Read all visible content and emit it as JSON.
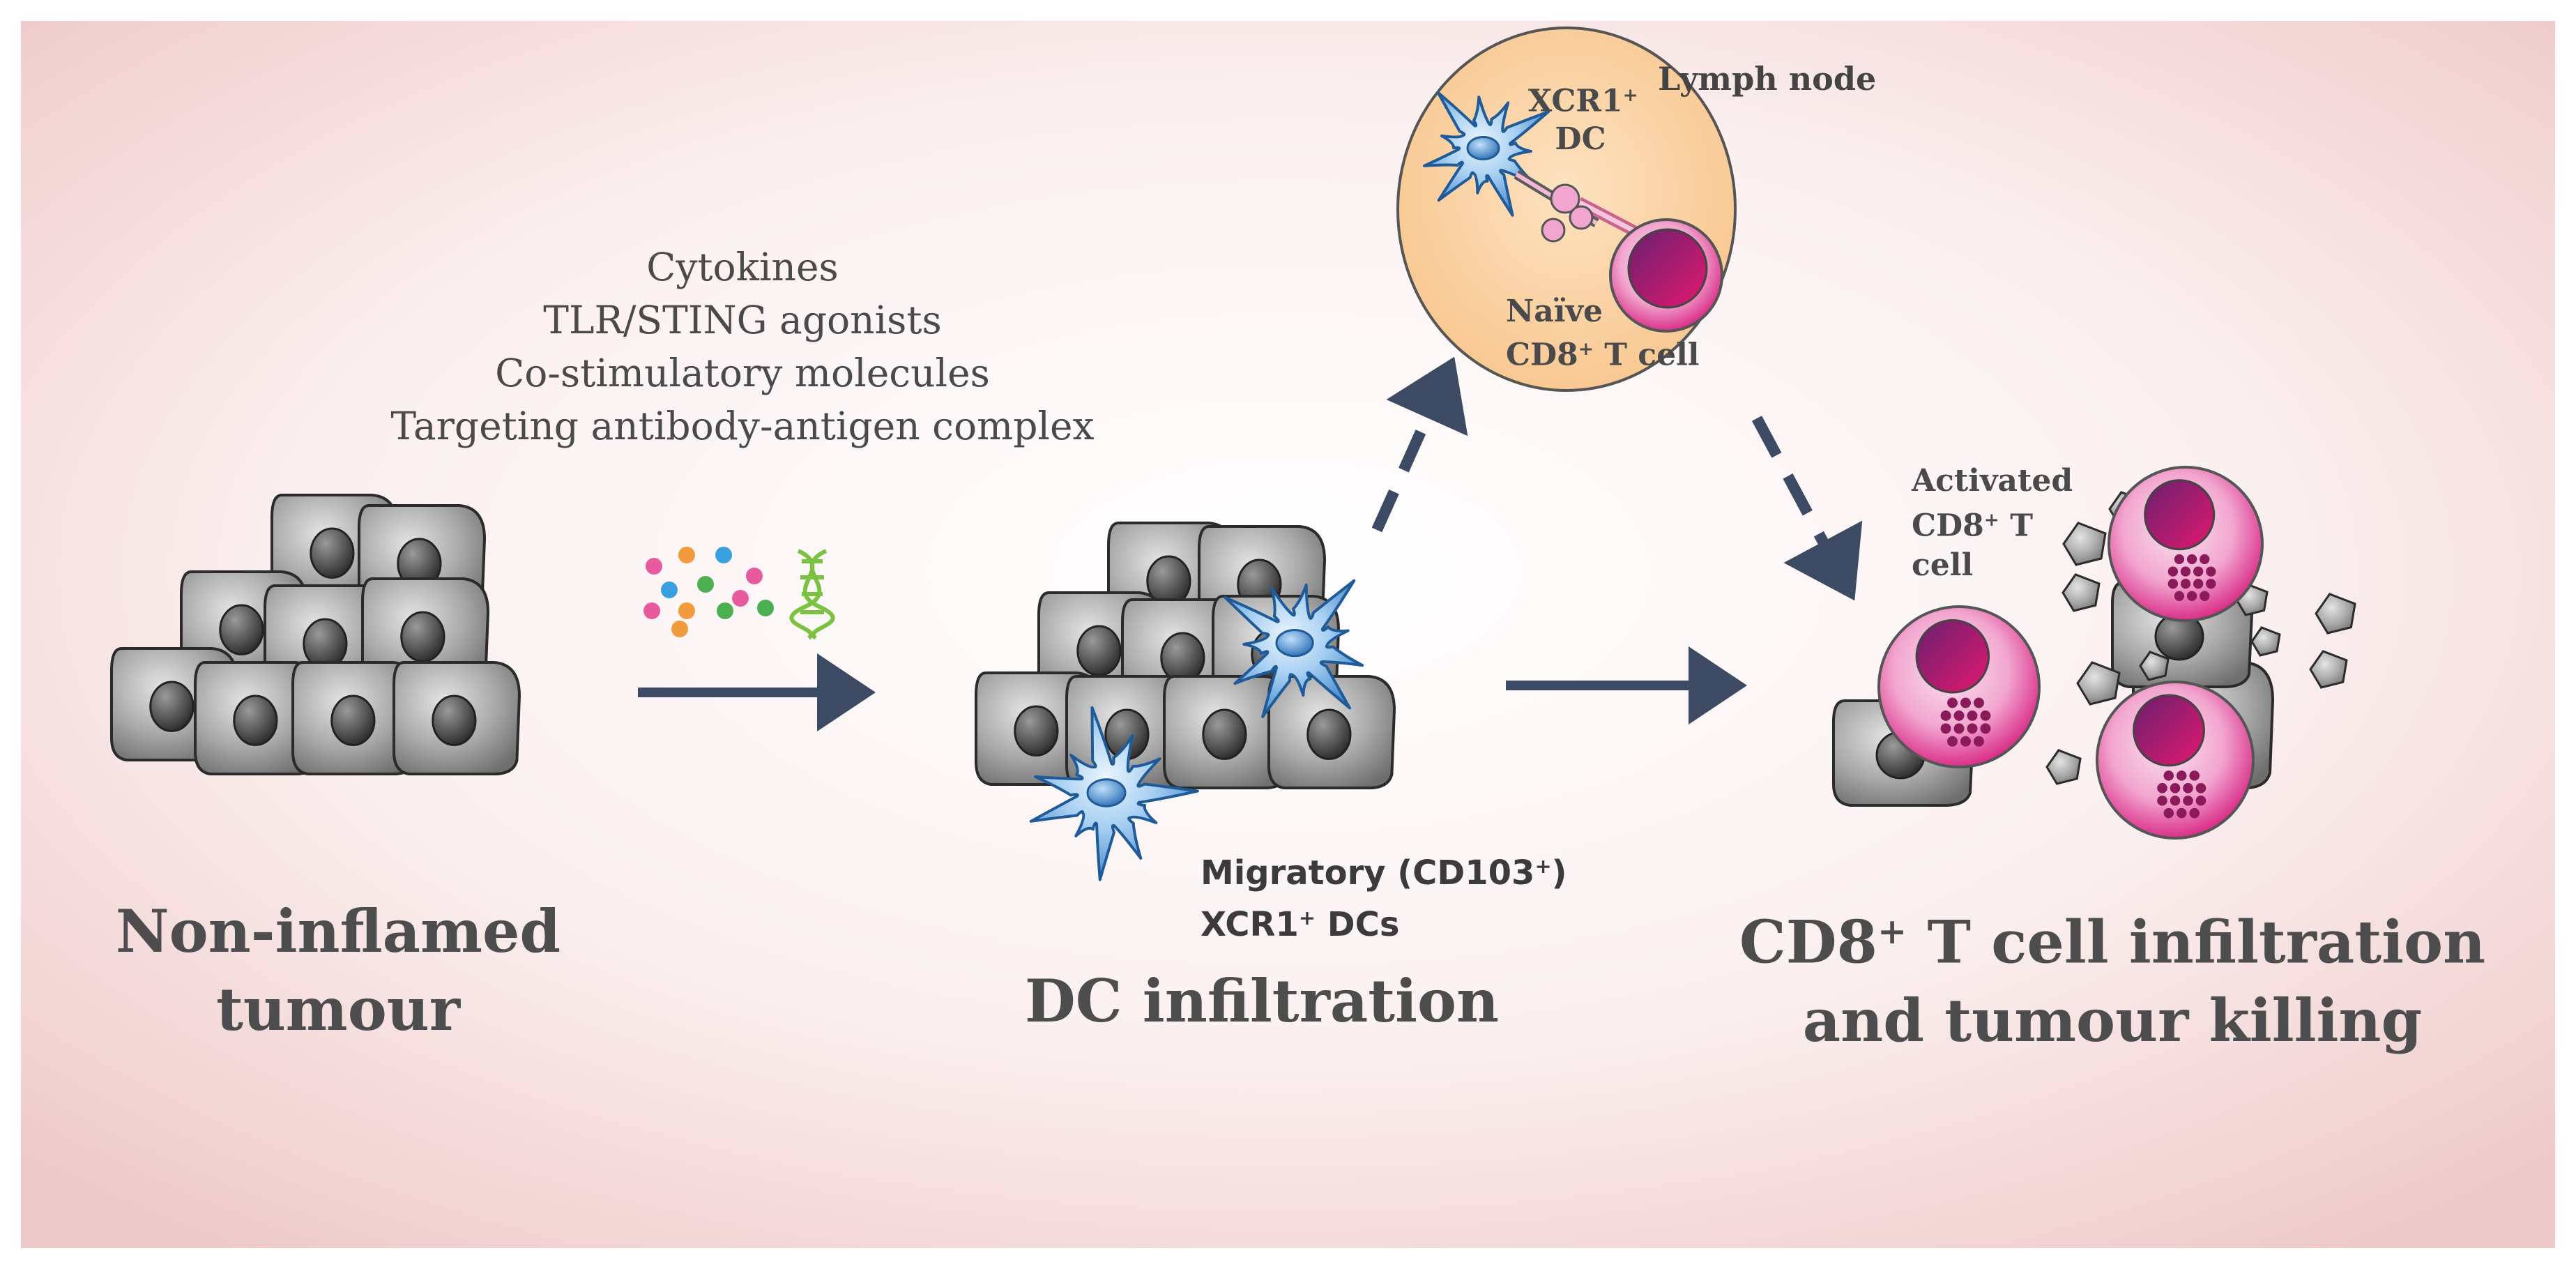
{
  "stimuli": {
    "line1": "Cytokines",
    "line2": "TLR/STING agonists",
    "line3": "Co-stimulatory molecules",
    "line4": "Targeting antibody-antigen complex"
  },
  "lymph_node": {
    "title": "Lymph node",
    "dc_label_line1": "XCR1",
    "dc_label_sup": "+",
    "dc_label_line2": "DC",
    "tcell_label_line1": "Naïve",
    "tcell_label_prefix": "CD8",
    "tcell_label_sup": "+",
    "tcell_label_suffix": " T cell"
  },
  "activated": {
    "line1": "Activated",
    "line2_prefix": "CD8",
    "line2_sup": "+",
    "line2_suffix": " T",
    "line3": "cell"
  },
  "migratory": {
    "line1": "Migratory (CD103",
    "line1_sup": "+",
    "line1_end": ")",
    "line2_prefix": "XCR1",
    "line2_sup": "+",
    "line2_suffix": " DCs"
  },
  "stages": {
    "stage1_line1": "Non-inflamed",
    "stage1_line2": "tumour",
    "stage2": "DC infiltration",
    "stage3_line1_prefix": "CD8",
    "stage3_line1_sup": "+",
    "stage3_line1_suffix": " T cell infiltration",
    "stage3_line2": "and tumour killing"
  },
  "colors": {
    "arrow": "#3d4a63",
    "tumour_cell": "#8c8c8c",
    "dc_cell": "#4f8fd0",
    "tcell": "#d9308a",
    "lymph_node_fill": "#fbd5a8"
  },
  "icons": [
    "tumour-cell-cluster",
    "dendritic-cell",
    "t-cell",
    "dna-helix",
    "molecule-dots"
  ]
}
